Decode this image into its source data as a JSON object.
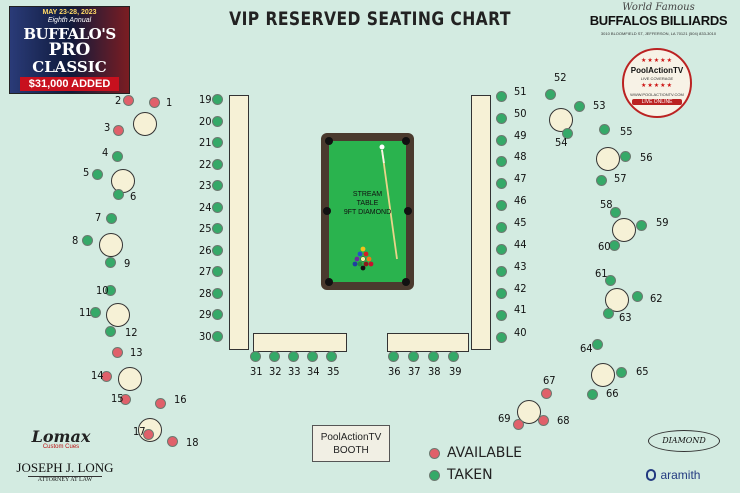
{
  "header": {
    "title": "VIP RESERVED SEATING CHART"
  },
  "event_logo": {
    "dates": "MAY 23-28, 2023",
    "line1": "Eighth Annual",
    "line2": "BUFFALO'S",
    "line3": "PRO",
    "line4": "CLASSIC",
    "prize": "$31,000 ADDED"
  },
  "venue_logo": {
    "tagline": "World Famous",
    "name": "BUFFALOS BILLIARDS",
    "address": "3010 BLOOMFIELD ST, JEFFERSON, LA 70121 (504) 833-3010"
  },
  "stream_logo": {
    "name": "PoolActionTV",
    "sub": "LIVE COVERAGE",
    "url": "WWW.POOLACTIONTV.COM",
    "live": "LIVE ONLINE"
  },
  "pool_table": {
    "line1": "STREAM",
    "line2": "TABLE",
    "line3": "9FT DIAMOND"
  },
  "booth": {
    "line1": "PoolActionTV",
    "line2": "BOOTH"
  },
  "legend": {
    "available": "AVAILABLE",
    "taken": "TAKEN",
    "available_color": "#e0606a",
    "taken_color": "#35a968"
  },
  "sponsors": {
    "lomax": "Lomax",
    "lomax_sub": "Custom Cues",
    "attorney": "JOSEPH J. LONG",
    "attorney_sub": "ATTORNEY AT LAW",
    "diamond": "DIAMOND",
    "aramith": "aramith"
  },
  "seats": [
    {
      "n": "1",
      "status": "available"
    },
    {
      "n": "2",
      "status": "available"
    },
    {
      "n": "3",
      "status": "available"
    },
    {
      "n": "4",
      "status": "taken"
    },
    {
      "n": "5",
      "status": "taken"
    },
    {
      "n": "6",
      "status": "taken"
    },
    {
      "n": "7",
      "status": "taken"
    },
    {
      "n": "8",
      "status": "taken"
    },
    {
      "n": "9",
      "status": "taken"
    },
    {
      "n": "10",
      "status": "taken"
    },
    {
      "n": "11",
      "status": "taken"
    },
    {
      "n": "12",
      "status": "taken"
    },
    {
      "n": "13",
      "status": "available"
    },
    {
      "n": "14",
      "status": "available"
    },
    {
      "n": "15",
      "status": "available"
    },
    {
      "n": "16",
      "status": "available"
    },
    {
      "n": "17",
      "status": "available"
    },
    {
      "n": "18",
      "status": "available"
    },
    {
      "n": "19",
      "status": "taken"
    },
    {
      "n": "20",
      "status": "taken"
    },
    {
      "n": "21",
      "status": "taken"
    },
    {
      "n": "22",
      "status": "taken"
    },
    {
      "n": "23",
      "status": "taken"
    },
    {
      "n": "24",
      "status": "taken"
    },
    {
      "n": "25",
      "status": "taken"
    },
    {
      "n": "26",
      "status": "taken"
    },
    {
      "n": "27",
      "status": "taken"
    },
    {
      "n": "28",
      "status": "taken"
    },
    {
      "n": "29",
      "status": "taken"
    },
    {
      "n": "30",
      "status": "taken"
    },
    {
      "n": "31",
      "status": "taken"
    },
    {
      "n": "32",
      "status": "taken"
    },
    {
      "n": "33",
      "status": "taken"
    },
    {
      "n": "34",
      "status": "taken"
    },
    {
      "n": "35",
      "status": "taken"
    },
    {
      "n": "36",
      "status": "taken"
    },
    {
      "n": "37",
      "status": "taken"
    },
    {
      "n": "38",
      "status": "taken"
    },
    {
      "n": "39",
      "status": "taken"
    },
    {
      "n": "40",
      "status": "taken"
    },
    {
      "n": "41",
      "status": "taken"
    },
    {
      "n": "42",
      "status": "taken"
    },
    {
      "n": "43",
      "status": "taken"
    },
    {
      "n": "44",
      "status": "taken"
    },
    {
      "n": "45",
      "status": "taken"
    },
    {
      "n": "46",
      "status": "taken"
    },
    {
      "n": "47",
      "status": "taken"
    },
    {
      "n": "48",
      "status": "taken"
    },
    {
      "n": "49",
      "status": "taken"
    },
    {
      "n": "50",
      "status": "taken"
    },
    {
      "n": "51",
      "status": "taken"
    },
    {
      "n": "52",
      "status": "taken"
    },
    {
      "n": "53",
      "status": "taken"
    },
    {
      "n": "54",
      "status": "taken"
    },
    {
      "n": "55",
      "status": "taken"
    },
    {
      "n": "56",
      "status": "taken"
    },
    {
      "n": "57",
      "status": "taken"
    },
    {
      "n": "58",
      "status": "taken"
    },
    {
      "n": "59",
      "status": "taken"
    },
    {
      "n": "60",
      "status": "taken"
    },
    {
      "n": "61",
      "status": "taken"
    },
    {
      "n": "62",
      "status": "taken"
    },
    {
      "n": "63",
      "status": "taken"
    },
    {
      "n": "64",
      "status": "taken"
    },
    {
      "n": "65",
      "status": "taken"
    },
    {
      "n": "66",
      "status": "taken"
    },
    {
      "n": "67",
      "status": "available"
    },
    {
      "n": "68",
      "status": "available"
    },
    {
      "n": "69",
      "status": "available"
    }
  ]
}
